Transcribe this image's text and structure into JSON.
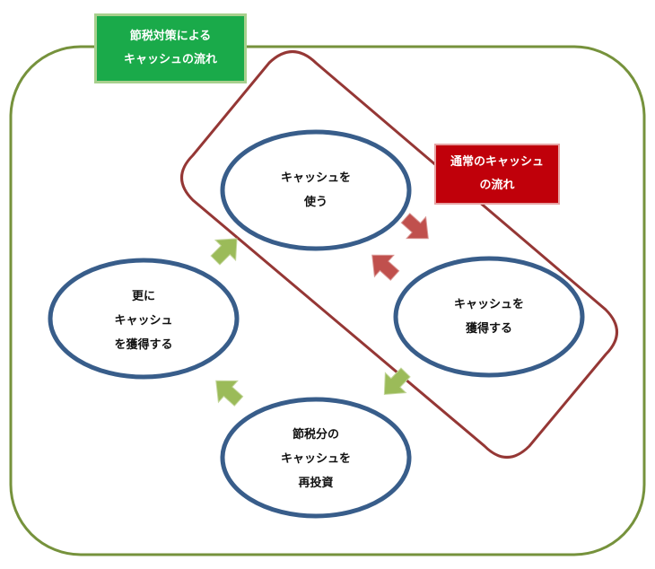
{
  "labels": {
    "tax_flow": [
      "節税対策による",
      "キャッシュの流れ"
    ],
    "normal_flow": [
      "通常のキャッシュ",
      "の流れ"
    ]
  },
  "nodes": {
    "use_cash": [
      "キャッシュを",
      "使う"
    ],
    "acquire_cash": [
      "キャッシュを",
      "獲得する"
    ],
    "reinvest": [
      "節税分の",
      "キャッシュを",
      "再投資"
    ],
    "acquire_more": [
      "更に",
      "キャッシュ",
      "を獲得する"
    ]
  },
  "colors": {
    "outer_border": "#76923c",
    "normal_border": "#953735",
    "circle_border": "#385d8a",
    "green_arrow": "#9bbb59",
    "green_arrow_edge": "#c3d69b",
    "red_arrow": "#c0504d",
    "green_label": "#1aaa4a",
    "red_label": "#c0000a"
  }
}
